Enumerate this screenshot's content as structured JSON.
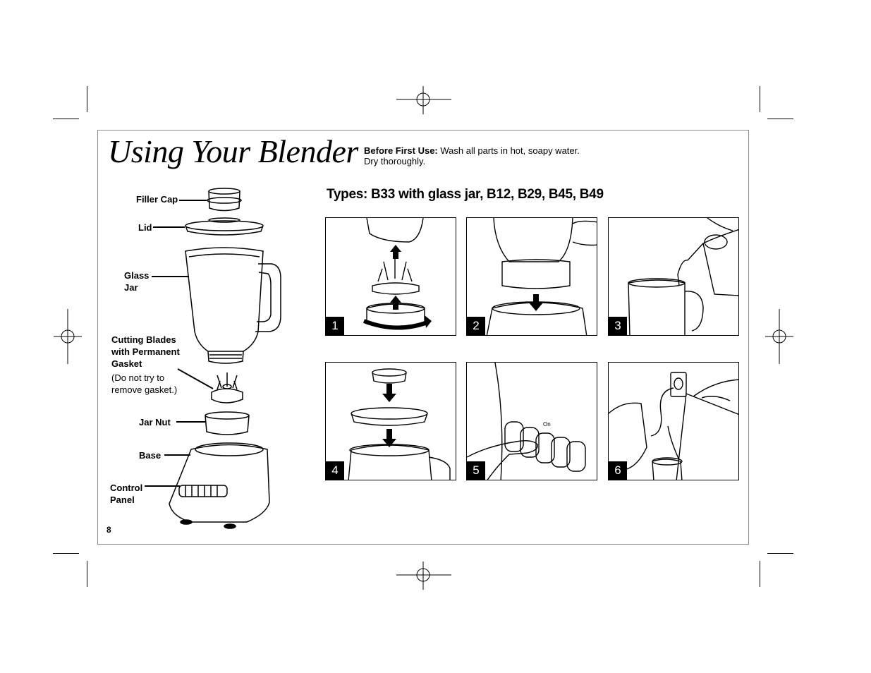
{
  "title": "Using Your Blender",
  "intro": {
    "label": "Before First Use:",
    "line1": " Wash all parts in hot, soapy water.",
    "line2": "Dry thoroughly."
  },
  "types_heading": "Types: B33 with glass jar, B12, B29, B45, B49",
  "parts": {
    "filler_cap": "Filler Cap",
    "lid": "Lid",
    "glass_jar_line1": "Glass",
    "glass_jar_line2": "Jar",
    "cutting_blades_line1": "Cutting Blades",
    "cutting_blades_line2": "with Permanent",
    "cutting_blades_line3": "Gasket",
    "cutting_blades_note_line1": "(Do not try to",
    "cutting_blades_note_line2": "remove gasket.)",
    "jar_nut": "Jar Nut",
    "base": "Base",
    "control_panel_line1": "Control",
    "control_panel_line2": "Panel"
  },
  "steps": [
    {
      "number": "1"
    },
    {
      "number": "2"
    },
    {
      "number": "3"
    },
    {
      "number": "4"
    },
    {
      "number": "5",
      "switch_label": "On"
    },
    {
      "number": "6"
    }
  ],
  "page_number": "8"
}
